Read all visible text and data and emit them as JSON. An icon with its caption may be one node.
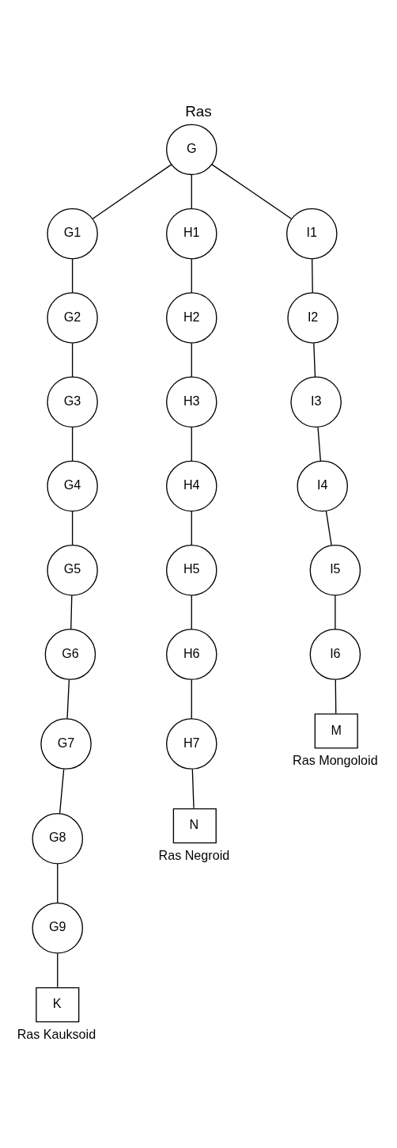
{
  "diagram": {
    "title": "Ras",
    "nodes": [
      {
        "text": [
          "G"
        ]
      },
      {
        "text": [
          "G1"
        ]
      },
      {
        "text": [
          "G2"
        ]
      },
      {
        "text": [
          "G3"
        ]
      },
      {
        "text": [
          "G4"
        ]
      },
      {
        "text": [
          "G5"
        ]
      },
      {
        "text": [
          "G6"
        ]
      },
      {
        "text": [
          "G7"
        ]
      },
      {
        "text": [
          "G8"
        ]
      },
      {
        "text": [
          "G9"
        ]
      },
      {
        "text": [
          "K"
        ],
        "beside": [
          "Ras Kauksoid"
        ]
      },
      {
        "text": [
          "H1"
        ]
      },
      {
        "text": [
          "H2"
        ]
      },
      {
        "text": [
          "H3"
        ]
      },
      {
        "text": [
          "H4"
        ]
      },
      {
        "text": [
          "H5"
        ]
      },
      {
        "text": [
          "H6"
        ]
      },
      {
        "text": [
          "H7"
        ]
      },
      {
        "text": [
          "N"
        ],
        "beside": [
          "Ras Negroid"
        ]
      },
      {
        "text": [
          "I1"
        ]
      },
      {
        "text": [
          "I2"
        ]
      },
      {
        "text": [
          "I3"
        ]
      },
      {
        "text": [
          "I4"
        ]
      },
      {
        "text": [
          "I5"
        ]
      },
      {
        "text": [
          "I6"
        ]
      },
      {
        "text": [
          "M"
        ],
        "beside": [
          "Ras Mongoloid"
        ]
      }
    ],
    "edges": [
      {
        "from": 0,
        "to": 1,
        "arrow": "none"
      },
      {
        "from": 0,
        "to": 11,
        "arrow": "none"
      },
      {
        "from": 0,
        "to": 19,
        "arrow": "none"
      },
      {
        "from": 1,
        "to": 2,
        "arrow": "none"
      },
      {
        "from": 2,
        "to": 3,
        "arrow": "none"
      },
      {
        "from": 3,
        "to": 4,
        "arrow": "none"
      },
      {
        "from": 4,
        "to": 5,
        "arrow": "none"
      },
      {
        "from": 5,
        "to": 6,
        "arrow": "none"
      },
      {
        "from": 6,
        "to": 7,
        "arrow": "none"
      },
      {
        "from": 7,
        "to": 8,
        "arrow": "none"
      },
      {
        "from": 8,
        "to": 9,
        "arrow": "none"
      },
      {
        "from": 9,
        "to": 10,
        "arrow": "none"
      },
      {
        "from": 11,
        "to": 12,
        "arrow": "none"
      },
      {
        "from": 12,
        "to": 13,
        "arrow": "none"
      },
      {
        "from": 13,
        "to": 14,
        "arrow": "none"
      },
      {
        "from": 14,
        "to": 15,
        "arrow": "none"
      },
      {
        "from": 15,
        "to": 16,
        "arrow": "none"
      },
      {
        "from": 16,
        "to": 17,
        "arrow": "none"
      },
      {
        "from": 17,
        "to": 18,
        "arrow": "none"
      },
      {
        "from": 19,
        "to": 20,
        "arrow": "none"
      },
      {
        "from": 20,
        "to": 21,
        "arrow": "none"
      },
      {
        "from": 21,
        "to": 22,
        "arrow": "none"
      },
      {
        "from": 22,
        "to": 23,
        "arrow": "none"
      },
      {
        "from": 23,
        "to": 24,
        "arrow": "none"
      },
      {
        "from": 24,
        "to": 25,
        "arrow": "none"
      }
    ]
  }
}
